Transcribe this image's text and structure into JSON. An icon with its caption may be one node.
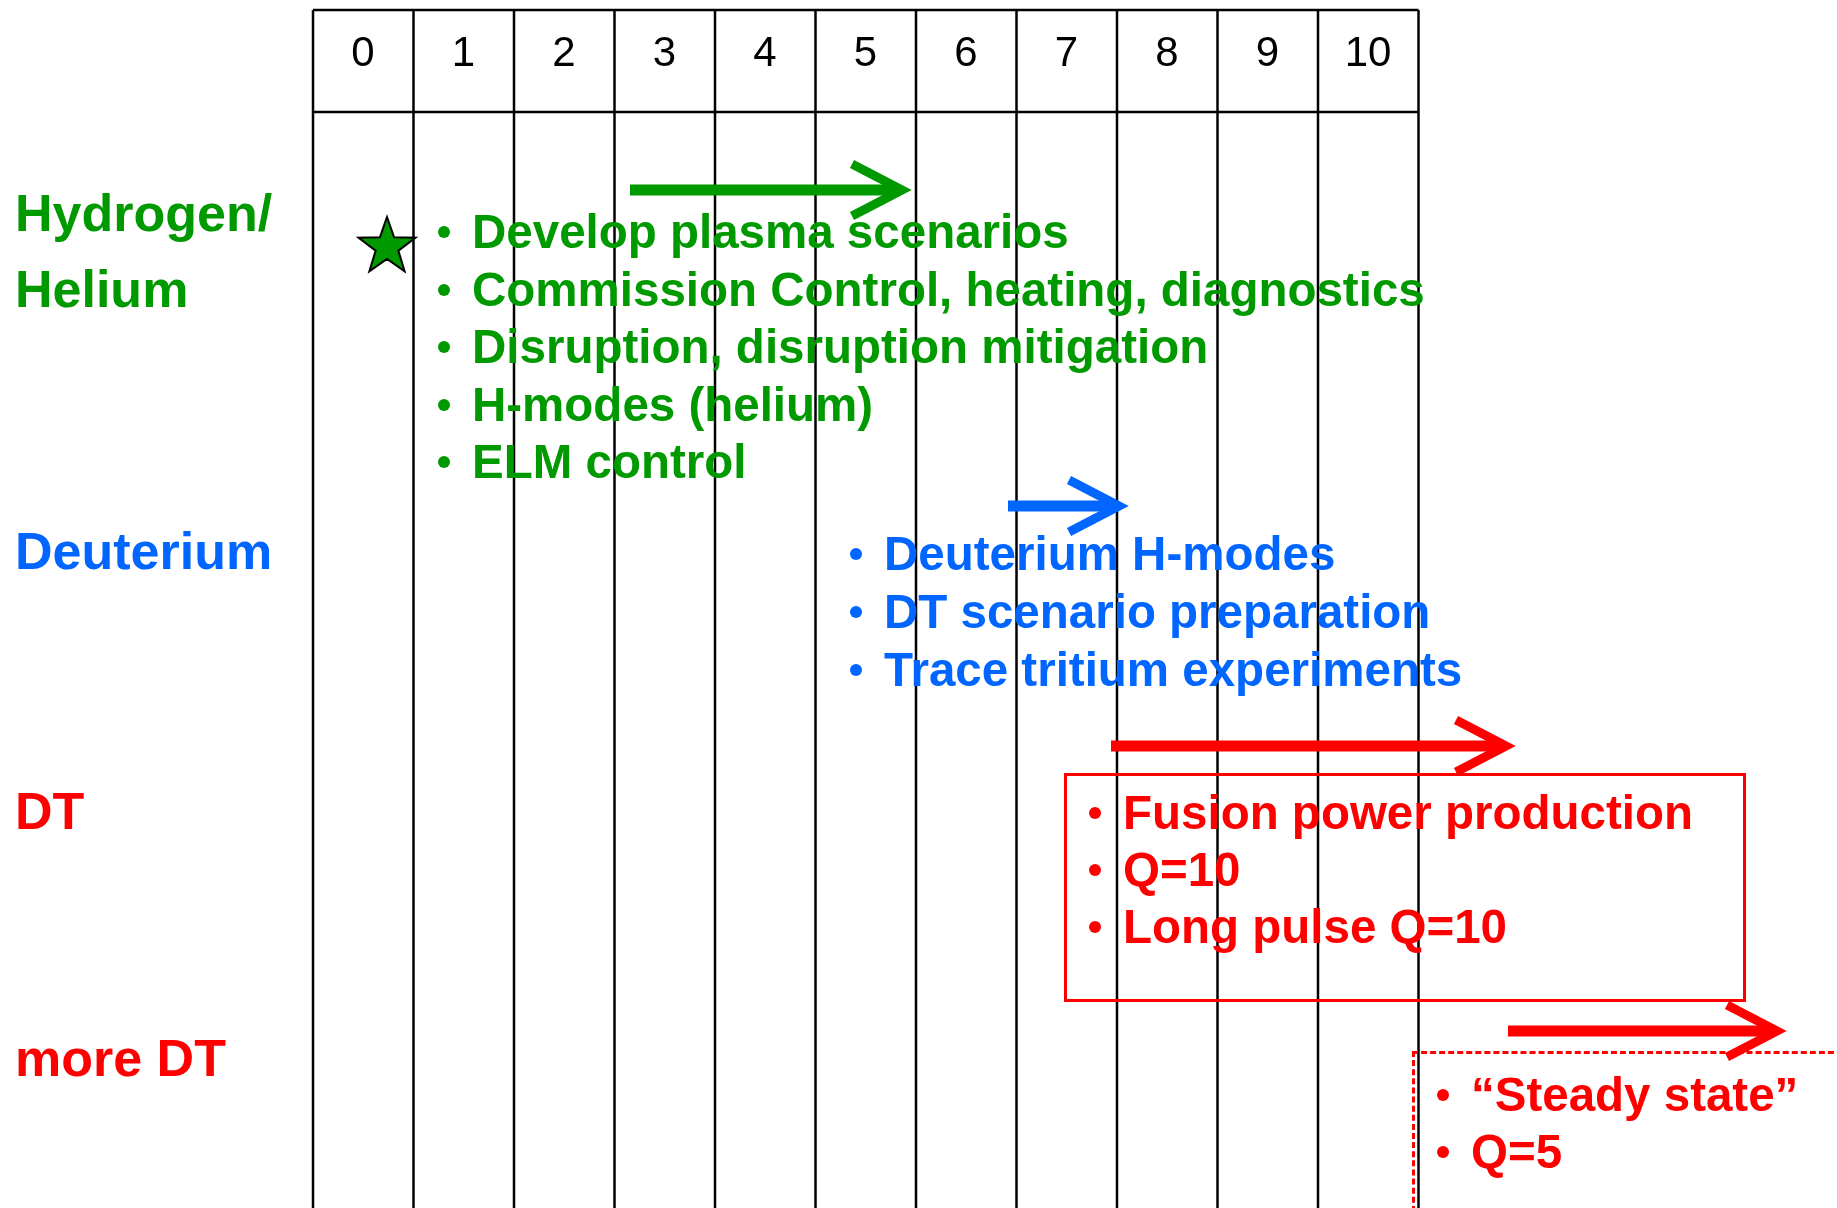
{
  "diagram": {
    "nodes": [
      {
        "text": [
          "Fusion power production",
          "Q=10",
          "Long pulse Q=10"
        ]
      },
      {
        "text": [
          "“Steady state”",
          "Q=5"
        ]
      }
    ],
    "labels": [
      "0",
      "1",
      "2",
      "3",
      "4",
      "5",
      "6",
      "7",
      "8",
      "9",
      "10",
      "Hydrogen/ Helium",
      "Develop plasma scenarios",
      "Commission Control, heating, diagnostics",
      "Disruption, disruption mitigation",
      "H-modes (helium)",
      "ELM control",
      "Deuterium",
      "Deuterium H-modes",
      "DT scenario preparation",
      "Trace tritium experiments",
      "DT",
      "more DT"
    ]
  }
}
